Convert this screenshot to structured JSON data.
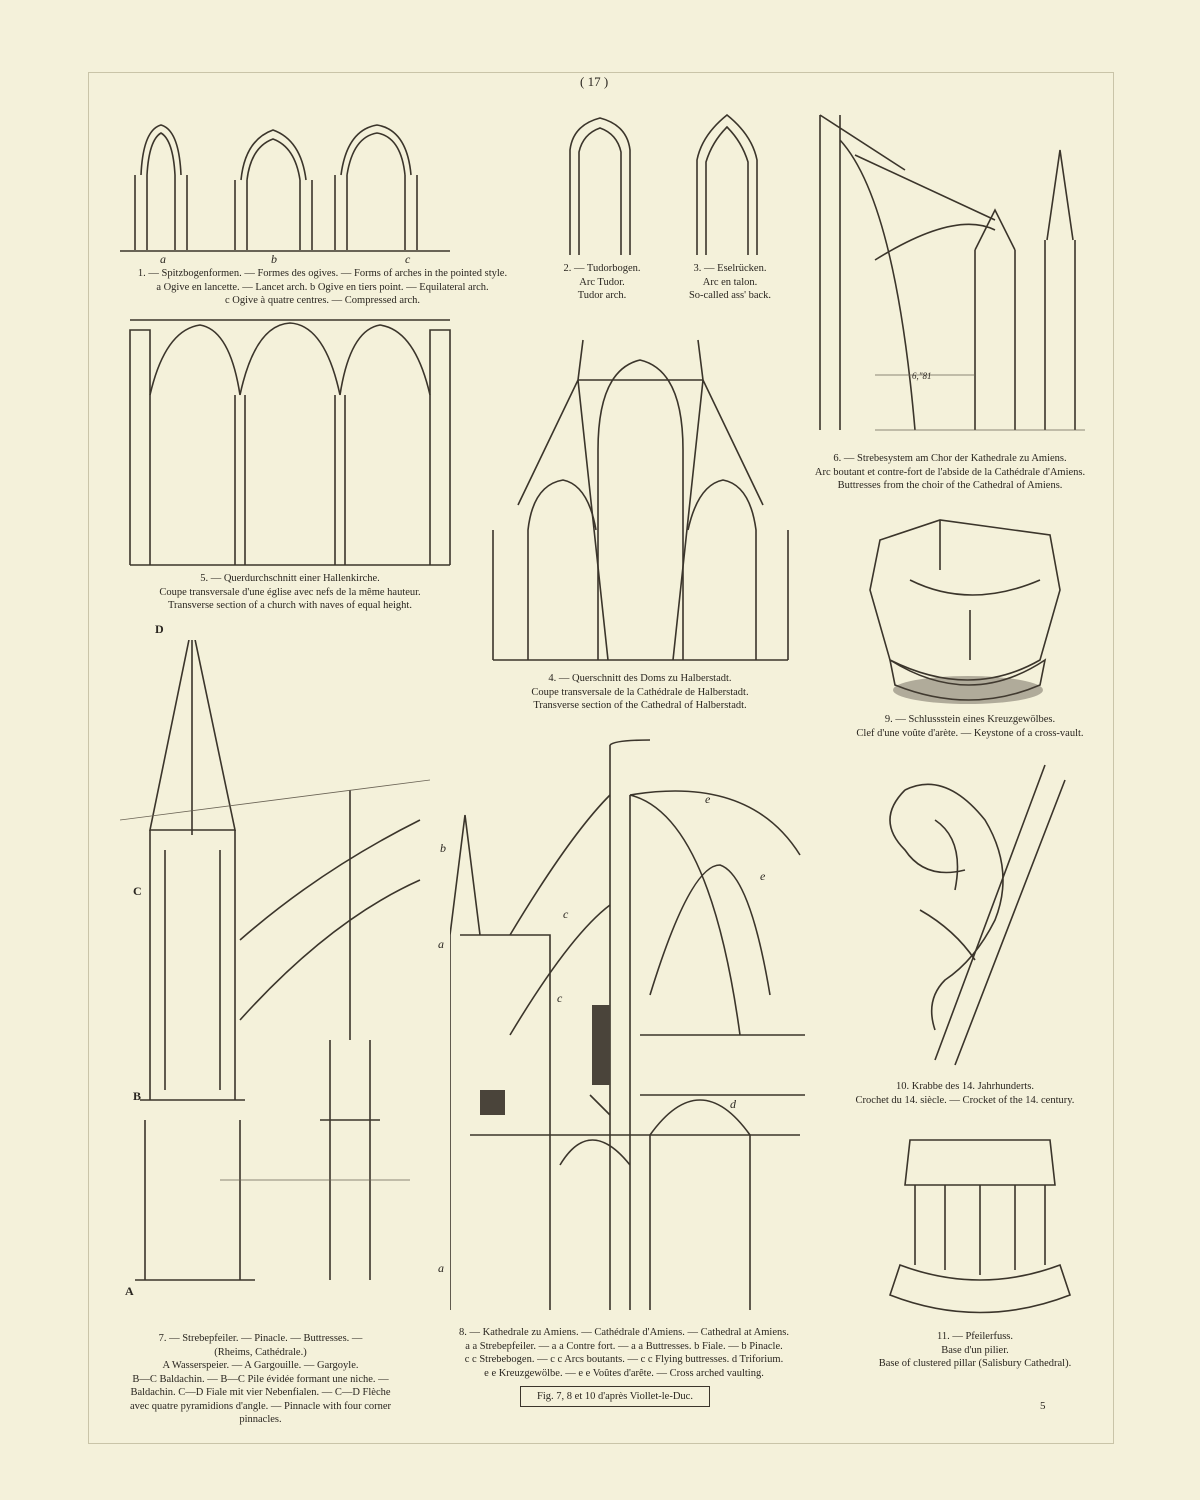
{
  "page_number_top": "( 17 )",
  "page_number_bottom": "5",
  "figures": {
    "fig1": {
      "letters": [
        "a",
        "b",
        "c"
      ],
      "lines": [
        "1. — Spitzbogenformen. — Formes des ogives. — Forms of arches in the pointed style.",
        "a Ogive en lancette. — Lancet arch. b Ogive en tiers point. — Equilateral arch.",
        "c Ogive à quatre centres. — Compressed arch."
      ]
    },
    "fig2": {
      "lines": [
        "2. — Tudorbogen.",
        "Arc Tudor.",
        "Tudor arch."
      ]
    },
    "fig3": {
      "lines": [
        "3. — Eselrücken.",
        "Arc en talon.",
        "So-called ass' back."
      ]
    },
    "fig4": {
      "lines": [
        "4. — Querschnitt des Doms zu Halberstadt.",
        "Coupe transversale de la Cathédrale de Halberstadt.",
        "Transverse section of the Cathedral of Halberstadt."
      ]
    },
    "fig5": {
      "lines": [
        "5. — Querdurchschnitt einer Hallenkirche.",
        "Coupe transversale d'une église avec nefs de la même hauteur.",
        "Transverse section of a church with naves of equal height."
      ]
    },
    "fig6": {
      "measure": "6,\"81",
      "lines": [
        "6. — Strebesystem am Chor der Kathedrale zu Amiens.",
        "Arc boutant et contre-fort de l'abside de la Cathédrale d'Amiens.",
        "Buttresses from the choir of the Cathedral of Amiens."
      ]
    },
    "fig7": {
      "letters": [
        "D",
        "C",
        "B",
        "A"
      ],
      "lines": [
        "7. — Strebepfeiler. — Pinacle. — Buttresses. —",
        "(Rheims, Cathédrale.)",
        "A Wasserspeier. — A Gargouille. — Gargoyle.",
        "B—C Baldachin. — B—C Pile évidée formant une niche. —",
        "Baldachin. C—D Fiale mit vier Nebenfialen. — C—D Flèche",
        "avec quatre pyramidions d'angle. — Pinnacle with four corner",
        "pinnacles."
      ]
    },
    "fig8": {
      "letters": [
        "b",
        "a",
        "c",
        "c",
        "a",
        "e",
        "e",
        "d"
      ],
      "lines": [
        "8. — Kathedrale zu Amiens. — Cathédrale d'Amiens. — Cathedral at Amiens.",
        "a a Strebepfeiler. — a a Contre fort. — a a Buttresses. b Fiale. — b Pinacle.",
        "c c Strebebogen. — c c Arcs boutants. — c c Flying buttresses. d Triforium.",
        "e e Kreuzgewölbe. — e e Voûtes d'arête. — Cross arched vaulting."
      ]
    },
    "fig9": {
      "lines": [
        "9. — Schlussstein eines Kreuzgewölbes.",
        "Clef d'une voûte d'arète. — Keystone of a cross-vault."
      ]
    },
    "fig10": {
      "lines": [
        "10. Krabbe des 14. Jahrhunderts.",
        "Crochet du 14. siècle. — Crocket of the 14. century."
      ]
    },
    "fig11": {
      "lines": [
        "11. — Pfeilerfuss.",
        "Base d'un pilier.",
        "Base of clustered pillar (Salisbury Cathedral)."
      ]
    }
  },
  "credit_box": "Fig. 7, 8 et 10 d'après Viollet-le-Duc."
}
